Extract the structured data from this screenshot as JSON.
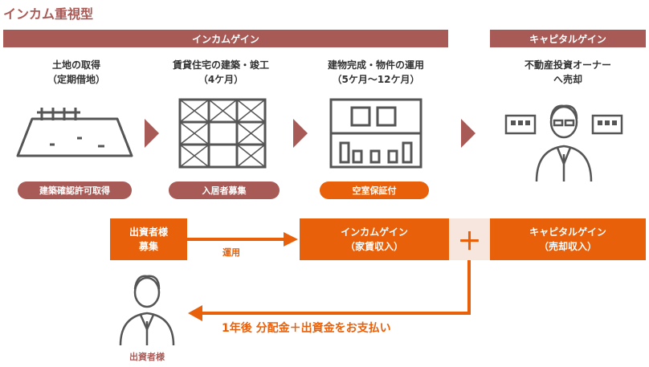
{
  "title": "インカム重視型",
  "bands": {
    "income_gain": "インカムゲイン",
    "capital_gain": "キャピタルゲイン"
  },
  "steps": [
    {
      "line1": "土地の取得",
      "line2": "（定期借地）",
      "badge": "建築確認許可取得"
    },
    {
      "line1": "賃貸住宅の建築・竣工",
      "line2": "（4ケ月）",
      "badge": "入居者募集"
    },
    {
      "line1": "建物完成・物件の運用",
      "line2": "（5ケ月〜12ケ月）",
      "badge": "空室保証付"
    },
    {
      "line1": "不動産投資オーナー",
      "line2": "へ売却"
    }
  ],
  "flow": {
    "investor_recruit_1": "出資者様",
    "investor_recruit_2": "募集",
    "operation_label": "運用",
    "income_box_1": "インカムゲイン",
    "income_box_2": "（家賃収入）",
    "plus": "＋",
    "capital_box_1": "キャピタルゲイン",
    "capital_box_2": "（売却収入）",
    "payout_text": "1年後 分配金＋出資金をお支払い",
    "investor_label": "出資者様"
  },
  "colors": {
    "brown": "#a85a56",
    "orange": "#e8600a",
    "line": "#555555"
  }
}
